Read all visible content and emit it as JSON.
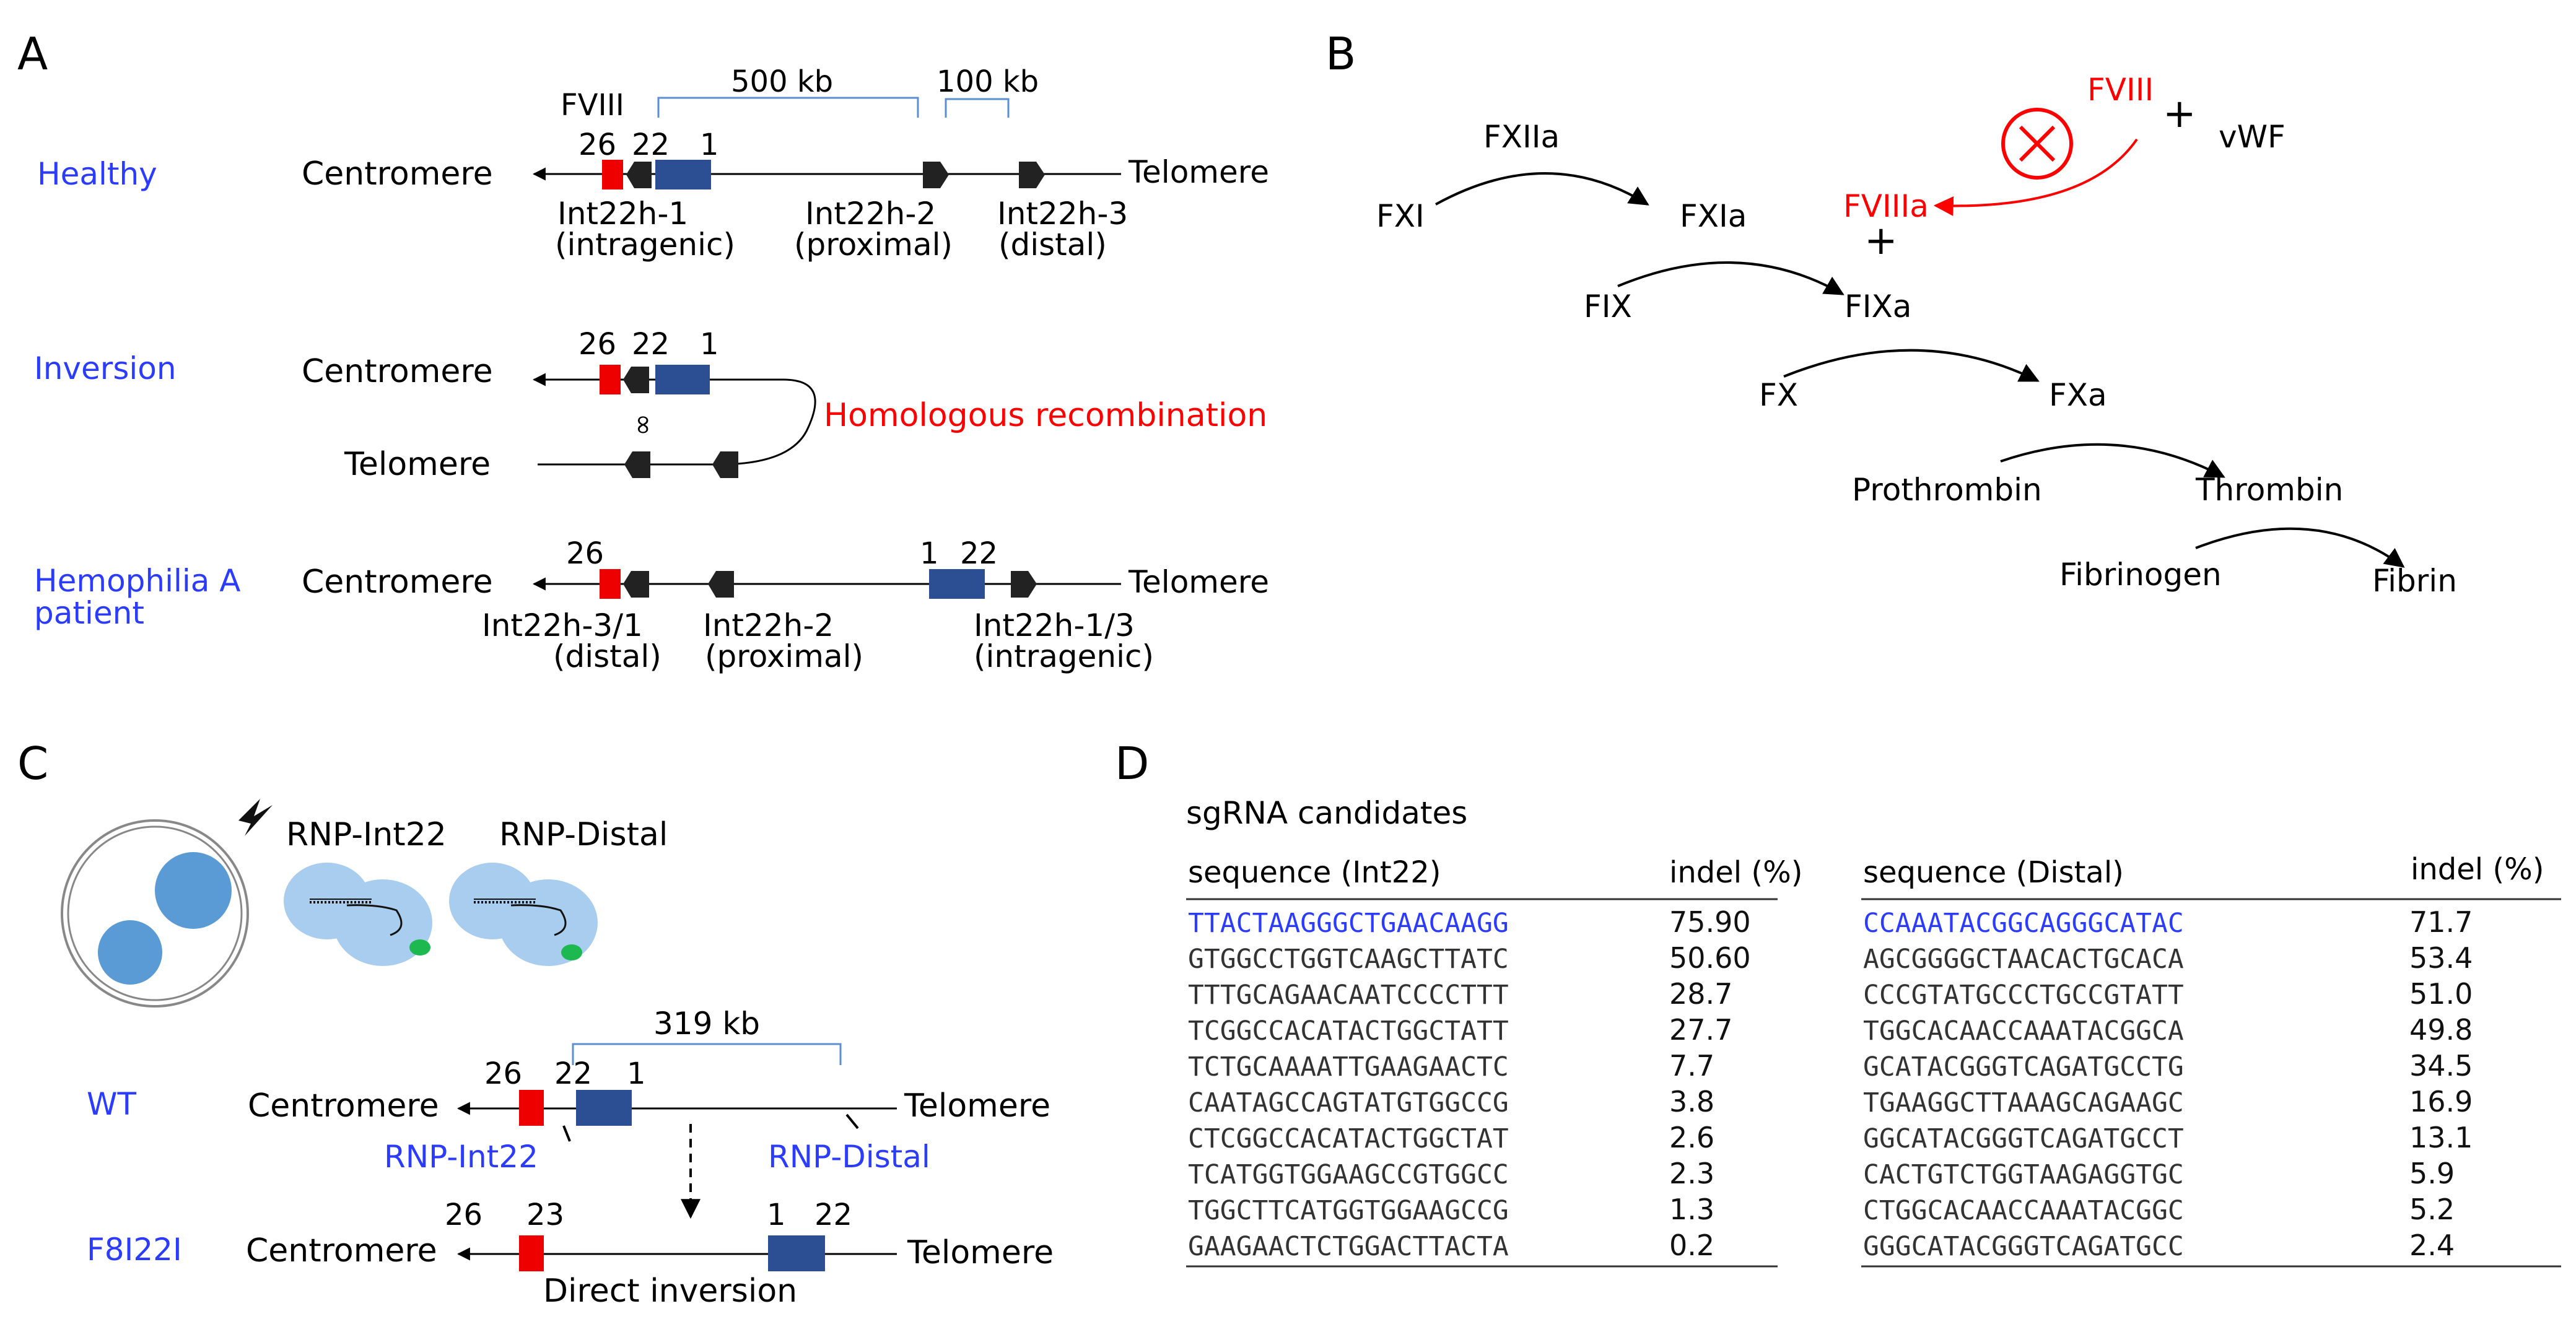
{
  "colors": {
    "blue_label": "#2b3cff",
    "red": "#ff0000",
    "exon_red": "#ee0000",
    "exon_blue": "#2c4f94",
    "bracket": "#5b8fd0",
    "cell": "#5b9bd5",
    "cell_bg": "#a9cdee",
    "green": "#1db84f"
  },
  "panelA": {
    "letter": "A",
    "healthy": {
      "label": "Healthy",
      "centromere": "Centromere",
      "telomere": "Telomere",
      "fviii": "FVIII",
      "ex26": "26",
      "ex22": "22",
      "ex1": "1",
      "dist1": "500 kb",
      "dist2": "100 kb",
      "int1a": "Int22h-1",
      "int1b": "(intragenic)",
      "int2a": "Int22h-2",
      "int2b": "(proximal)",
      "int3a": "Int22h-3",
      "int3b": "(distal)"
    },
    "inversion": {
      "label": "Inversion",
      "centromere": "Centromere",
      "telomere": "Telomere",
      "ex26": "26",
      "ex22": "22",
      "ex1": "1",
      "cross": "∞",
      "recombination": "Homologous recombination"
    },
    "patient": {
      "label1": "Hemophilia A",
      "label2": "patient",
      "centromere": "Centromere",
      "telomere": "Telomere",
      "ex26": "26",
      "ex1": "1",
      "ex22": "22",
      "intA1": "Int22h-3/1",
      "intA2": "(distal)",
      "intB1": "Int22h-2",
      "intB2": "(proximal)",
      "intC1": "Int22h-1/3",
      "intC2": "(intragenic)"
    }
  },
  "panelB": {
    "letter": "B",
    "fxiia": "FXIIa",
    "fxi": "FXI",
    "fxia": "FXIa",
    "fix": "FIX",
    "fixa": "FIXa",
    "fx": "FX",
    "fxa": "FXa",
    "prothrombin": "Prothrombin",
    "thrombin": "Thrombin",
    "fibrinogen": "Fibrinogen",
    "fibrin": "Fibrin",
    "fviii": "FVIII",
    "plus1": "+",
    "vwf": "vWF",
    "fviiia": "FVIIIa",
    "plus2": "+"
  },
  "panelC": {
    "letter": "C",
    "rnp_int22": "RNP-Int22",
    "rnp_distal": "RNP-Distal",
    "distance": "319 kb",
    "wt": {
      "label": "WT",
      "centromere": "Centromere",
      "telomere": "Telomere",
      "ex26": "26",
      "ex22": "22",
      "ex1": "1",
      "rnp_int22": "RNP-Int22",
      "rnp_distal": "RNP-Distal"
    },
    "f8i22i": {
      "label": "F8I22I",
      "centromere": "Centromere",
      "telomere": "Telomere",
      "ex26": "26",
      "ex23": "23",
      "ex1": "1",
      "ex22": "22",
      "caption": "Direct inversion"
    }
  },
  "panelD": {
    "letter": "D",
    "title": "sgRNA candidates",
    "int22": {
      "col_seq": "sequence (Int22)",
      "col_indel": "indel (%)",
      "rows": [
        {
          "seq": "TTACTAAGGGCTGAACAAGG",
          "indel": "75.90"
        },
        {
          "seq": "GTGGCCTGGTCAAGCTTATC",
          "indel": "50.60"
        },
        {
          "seq": "TTTGCAGAACAATCCCCTTT",
          "indel": "28.7"
        },
        {
          "seq": "TCGGCCACATACTGGCTATT",
          "indel": "27.7"
        },
        {
          "seq": "TCTGCAAAATTGAAGAACTC",
          "indel": "7.7"
        },
        {
          "seq": "CAATAGCCAGTATGTGGCCG",
          "indel": "3.8"
        },
        {
          "seq": "CTCGGCCACATACTGGCTAT",
          "indel": "2.6"
        },
        {
          "seq": "TCATGGTGGAAGCCGTGGCC",
          "indel": "2.3"
        },
        {
          "seq": "TGGCTTCATGGTGGAAGCCG",
          "indel": "1.3"
        },
        {
          "seq": "GAAGAACTCTGGACTTACTA",
          "indel": "0.2"
        }
      ]
    },
    "distal": {
      "col_seq": "sequence (Distal)",
      "col_indel": "indel (%)",
      "rows": [
        {
          "seq": "CCAAATACGGCAGGGCATAC",
          "indel": "71.7"
        },
        {
          "seq": "AGCGGGGCTAACACTGCACA",
          "indel": "53.4"
        },
        {
          "seq": "CCCGTATGCCCTGCCGTATT",
          "indel": "51.0"
        },
        {
          "seq": "TGGCACAACCAAATACGGCA",
          "indel": "49.8"
        },
        {
          "seq": "GCATACGGGTCAGATGCCTG",
          "indel": "34.5"
        },
        {
          "seq": "TGAAGGCTTAAAGCAGAAGC",
          "indel": "16.9"
        },
        {
          "seq": "GGCATACGGGTCAGATGCCT",
          "indel": "13.1"
        },
        {
          "seq": "CACTGTCTGGTAAGAGGTGC",
          "indel": "5.9"
        },
        {
          "seq": "CTGGCACAACCAAATACGGC",
          "indel": "5.2"
        },
        {
          "seq": "GGGCATACGGGTCAGATGCC",
          "indel": "2.4"
        }
      ]
    }
  }
}
